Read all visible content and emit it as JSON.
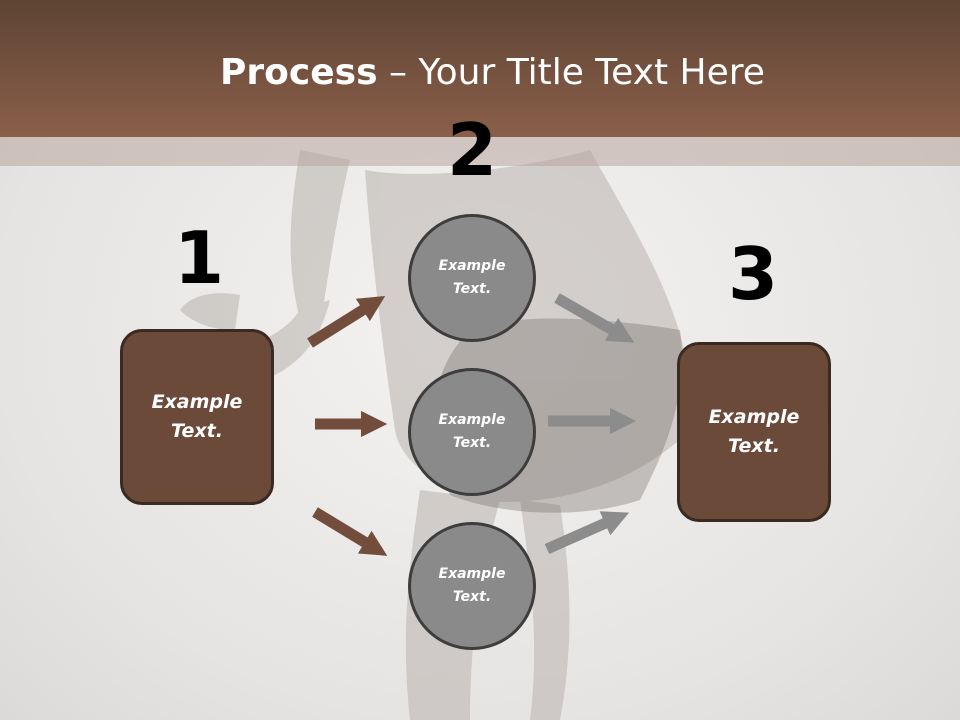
{
  "slide": {
    "title_bold": "Process",
    "title_rest": " – Your Title Text Here",
    "colors": {
      "header": "#7a5442",
      "box": "#6b4a3a",
      "circle": "#8a8a8a",
      "arrow_brown": "#734d3b",
      "arrow_gray": "#8c8c8c"
    }
  },
  "steps": [
    {
      "number": "1",
      "label": "Example Text."
    },
    {
      "number": "2",
      "items": [
        "Example Text.",
        "Example Text.",
        "Example Text."
      ]
    },
    {
      "number": "3",
      "label": "Example Text."
    }
  ]
}
